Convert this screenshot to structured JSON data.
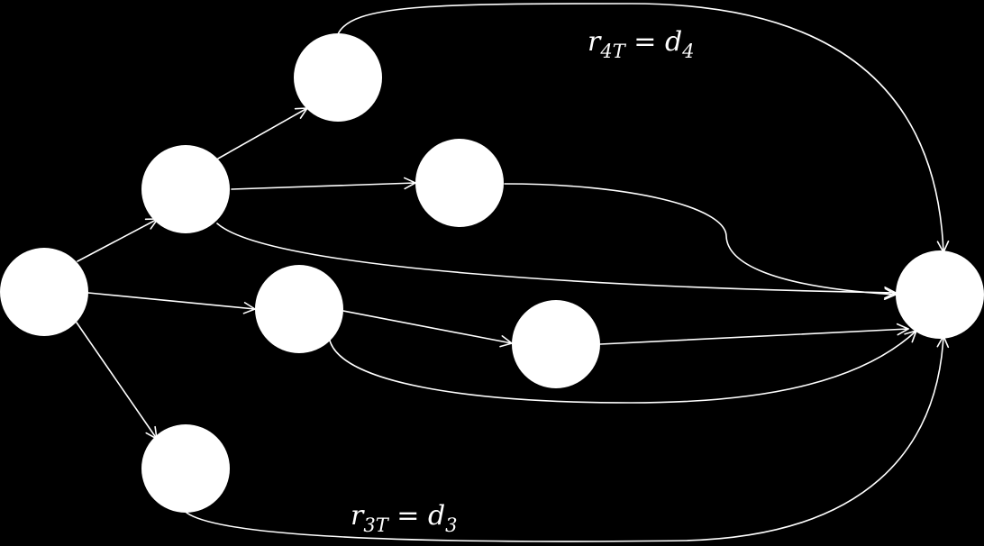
{
  "diagram": {
    "background": "#000000",
    "node_color": "#ffffff",
    "edge_color": "#ffffff",
    "labels": {
      "edge_4T": {
        "var": "r",
        "var_sub": "4T",
        "op": " = ",
        "rhs": "d",
        "rhs_sub": "4"
      },
      "edge_3T": {
        "var": "r",
        "var_sub": "3T",
        "op": " = ",
        "rhs": "d",
        "rhs_sub": "3"
      }
    }
  }
}
